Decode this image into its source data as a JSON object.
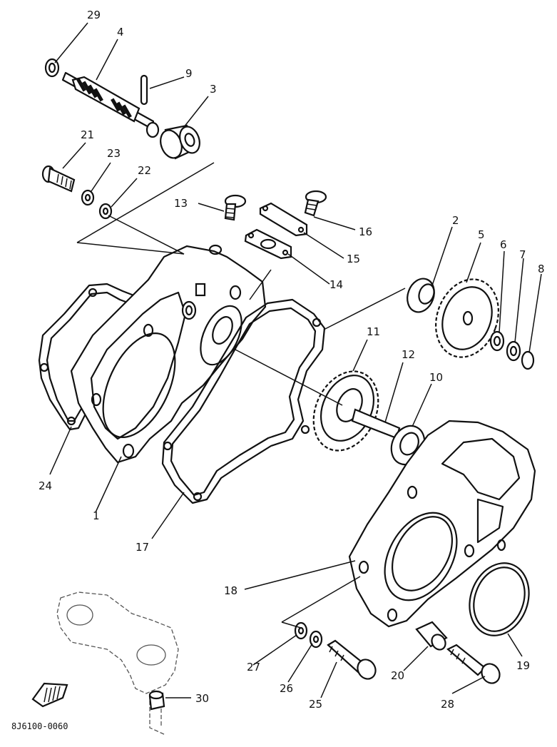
{
  "diagram": {
    "part_code": "8J6100-0060",
    "callouts": [
      "1",
      "2",
      "3",
      "4",
      "5",
      "6",
      "7",
      "8",
      "9",
      "10",
      "11",
      "12",
      "13",
      "14",
      "15",
      "16",
      "17",
      "18",
      "19",
      "20",
      "21",
      "22",
      "23",
      "24",
      "25",
      "26",
      "27",
      "28",
      "29",
      "30"
    ]
  }
}
